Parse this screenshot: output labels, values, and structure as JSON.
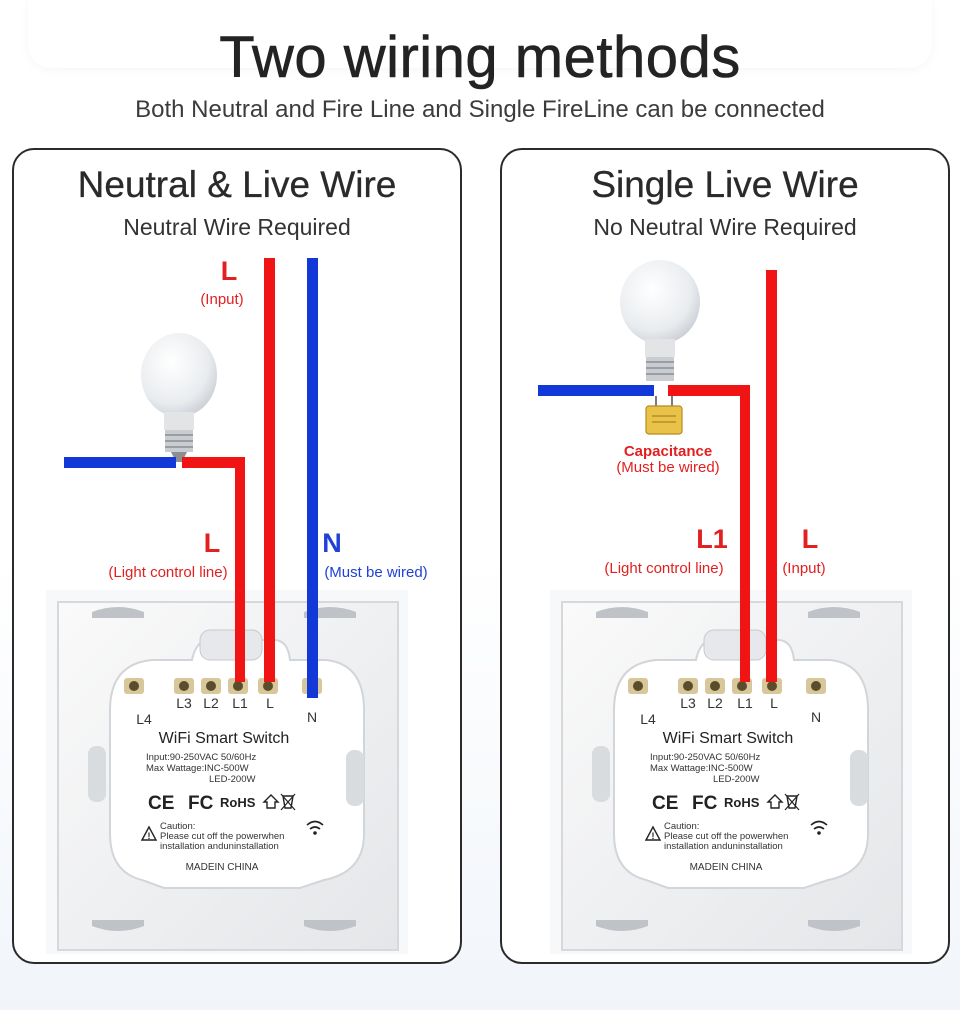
{
  "header": {
    "title": "Two wiring methods",
    "subtitle": "Both Neutral and Fire Line and Single FireLine can be connected"
  },
  "colors": {
    "live": "#f01414",
    "neutral": "#1238d8",
    "label_red": "#e32020",
    "label_blue": "#1f41d6"
  },
  "panels": [
    {
      "title": "Neutral & Live Wire",
      "subtitle": "Neutral Wire Required",
      "top_label": {
        "letter": "L",
        "note": "(Input)"
      },
      "left_label": {
        "letter": "L",
        "note": "(Light control line)"
      },
      "right_label": {
        "letter": "N",
        "note": "(Must be wired)"
      }
    },
    {
      "title": "Single Live Wire",
      "subtitle": "No Neutral Wire Required",
      "capacitor_label": {
        "name": "Capacitance",
        "note": "(Must be wired)"
      },
      "left_label": {
        "letter": "L1",
        "note": "(Light control line)"
      },
      "right_label": {
        "letter": "L",
        "note": "(Input)"
      }
    }
  ],
  "switch": {
    "terminals": [
      "L3",
      "L2",
      "L1",
      "L"
    ],
    "l4": "L4",
    "n": "N",
    "product_name": "WiFi Smart Switch",
    "spec_input": "Input:90-250VAC 50/60Hz",
    "spec_wattage": "Max Wattage:INC-500W",
    "spec_led": "LED-200W",
    "certs": [
      "CE",
      "FC",
      "RoHS"
    ],
    "caution_title": "Caution:",
    "caution_line1": "Please cut off the powerwhen",
    "caution_line2": "installation anduninstallation",
    "origin": "MADEIN CHINA"
  }
}
